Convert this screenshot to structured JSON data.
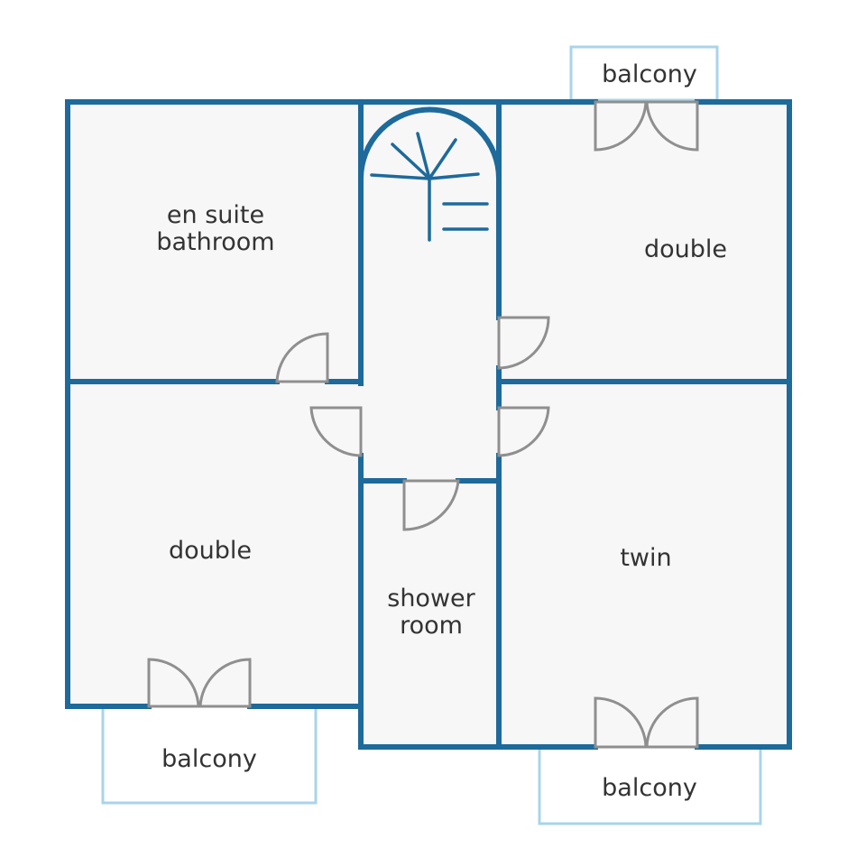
{
  "colors": {
    "wall": "#1d6a9b",
    "balcony_outline": "#a9d4ea",
    "door": "#8f8f8f",
    "floor": "#f7f7f7",
    "text": "#333333"
  },
  "rooms": {
    "en_suite": {
      "line1": "en suite",
      "line2": "bathroom"
    },
    "double_top_right": "double",
    "double_bottom_left": "double",
    "shower": {
      "line1": "shower",
      "line2": "room"
    },
    "twin": "twin"
  },
  "balconies": {
    "top": "balcony",
    "bottom_left": "balcony",
    "bottom_right": "balcony"
  },
  "icons": [
    "spiral-staircase-icon",
    "double-door-icon",
    "single-door-icon"
  ]
}
